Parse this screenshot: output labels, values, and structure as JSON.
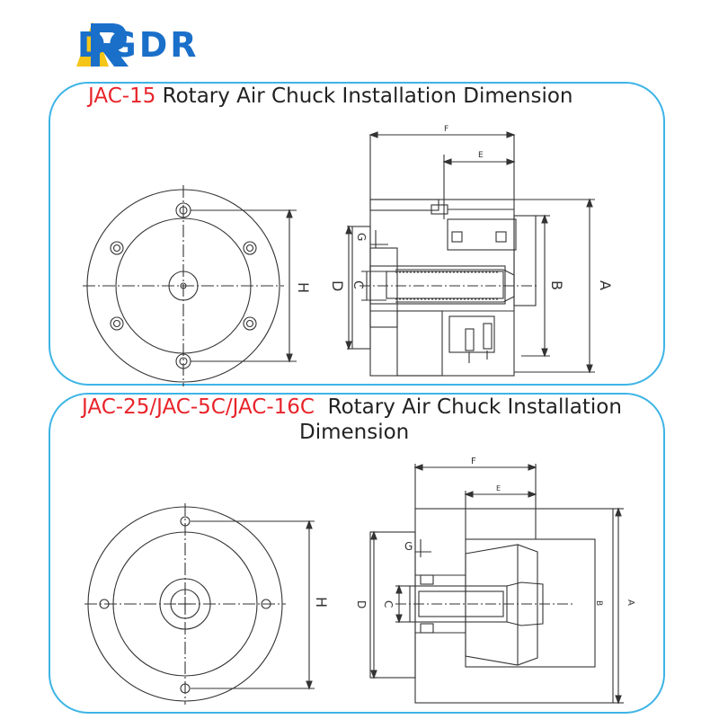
{
  "brand": {
    "name": "DGDR",
    "color": "#1a6fc9",
    "logo_icon": "r-letter-logo-icon"
  },
  "panels": [
    {
      "title_model": "JAC-15",
      "title_text": "Rotary Air Chuck Installation Dimension",
      "labels": {
        "F": "F",
        "E": "E",
        "G": "G",
        "D": "D",
        "C": "C",
        "B": "B",
        "A": "A",
        "H": "H"
      }
    },
    {
      "title_model": "JAC-25/JAC-5C/JAC-16C",
      "title_text_line1": "Rotary Air Chuck Installation",
      "title_text_line2": "Dimension",
      "labels": {
        "F": "F",
        "E": "E",
        "G": "G",
        "D": "D",
        "C": "C",
        "B": "B",
        "A": "A",
        "H": "H"
      }
    }
  ],
  "colors": {
    "accent_border": "#3db4e6",
    "model_red": "#e8242b",
    "line": "#333333"
  }
}
